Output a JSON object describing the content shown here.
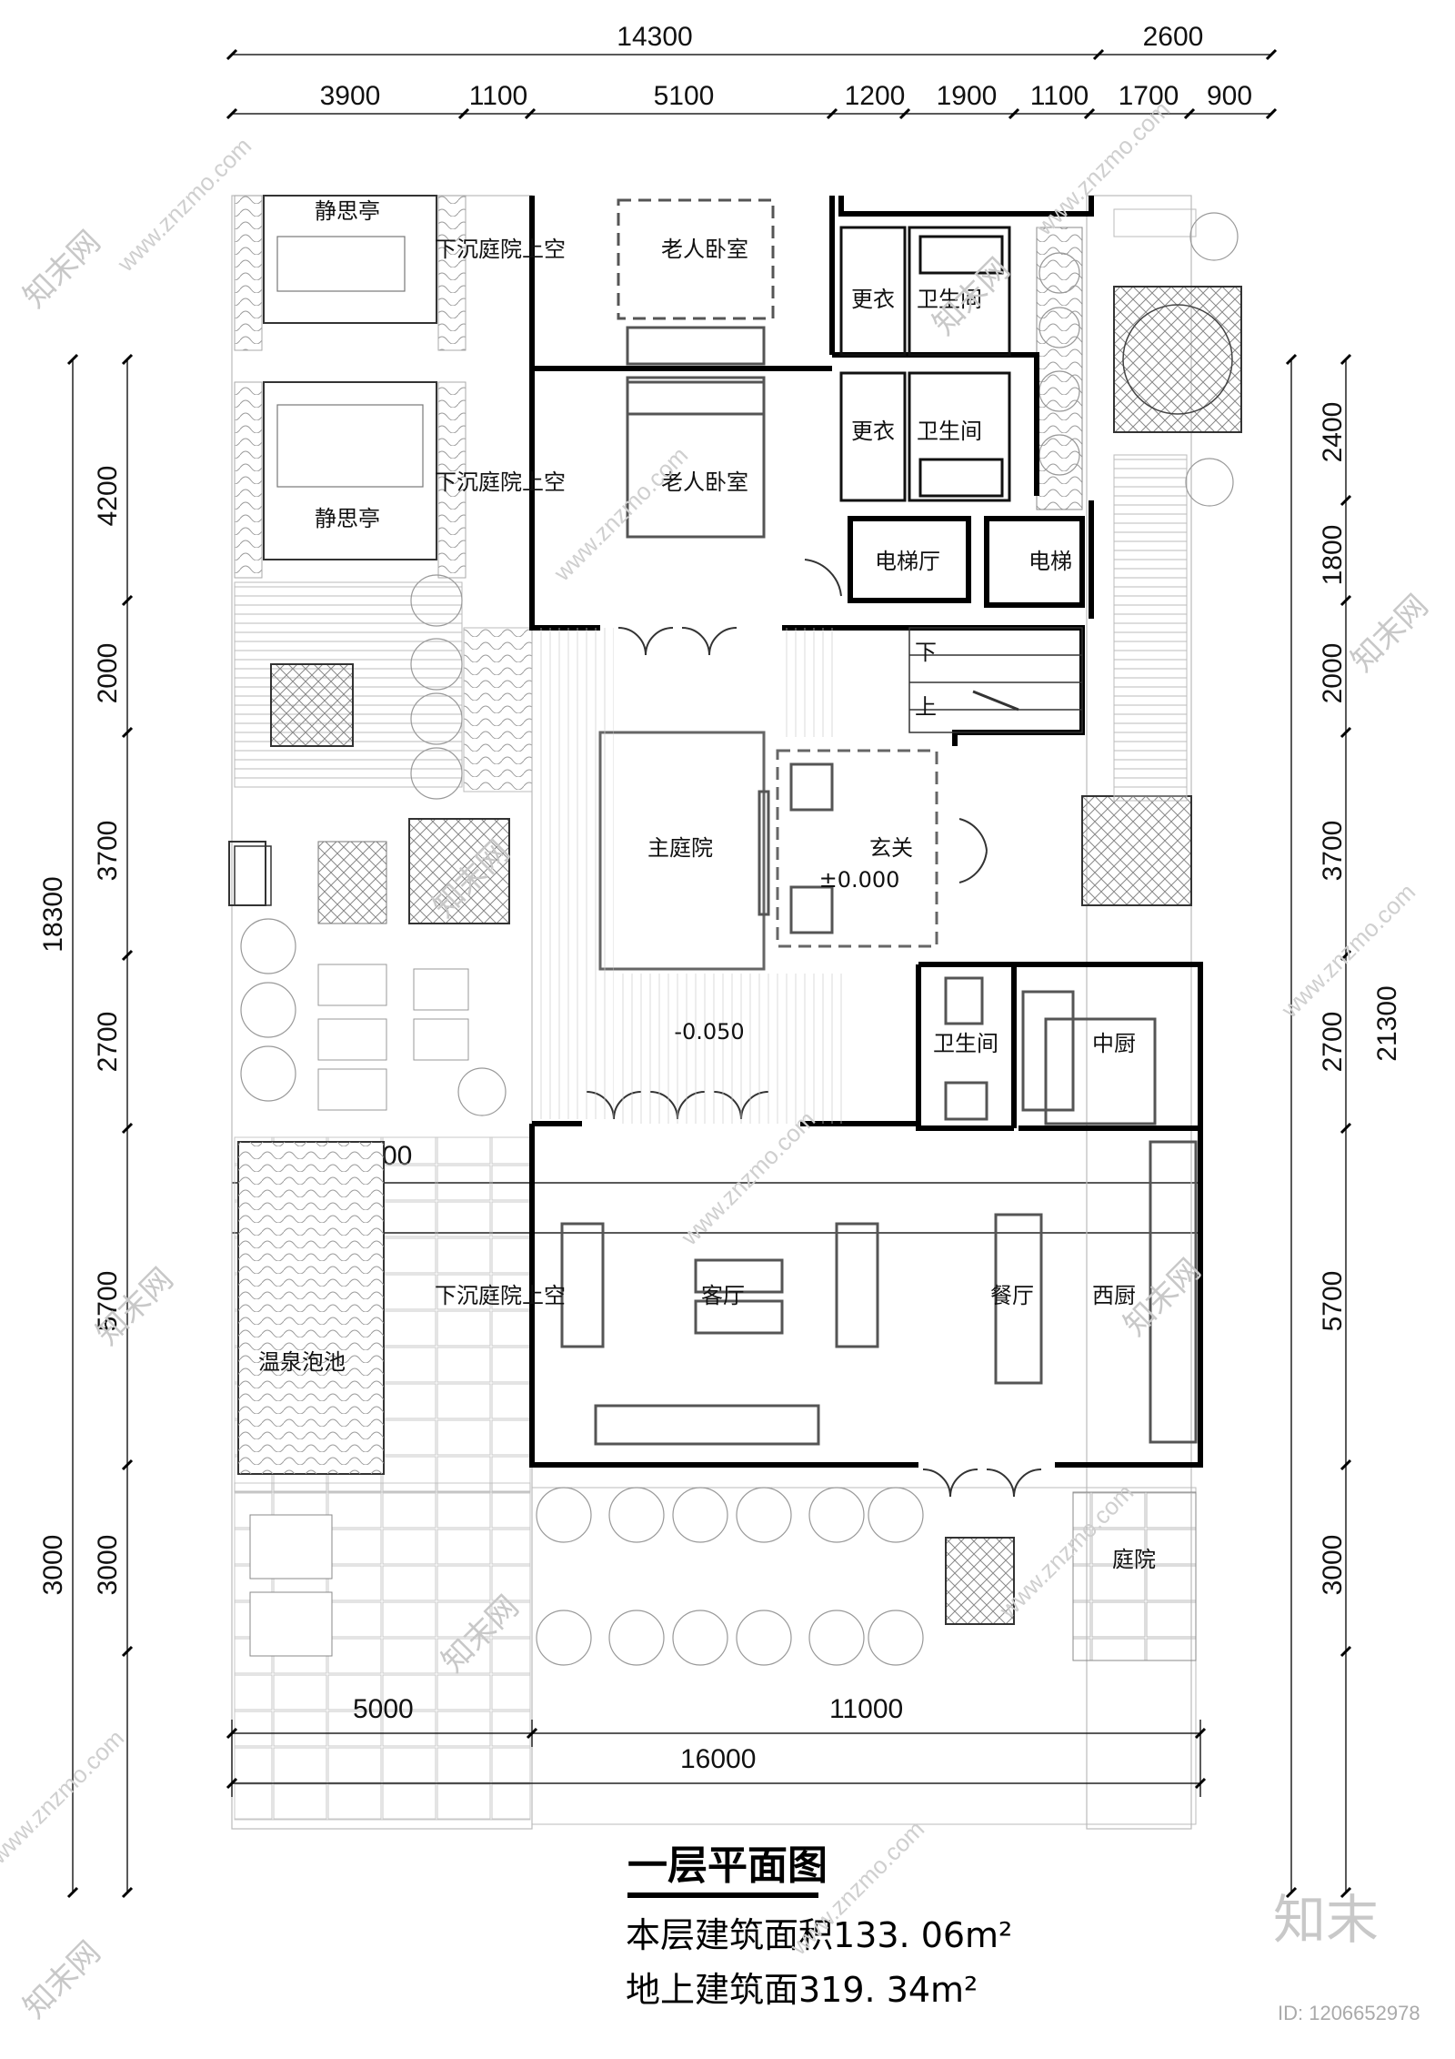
{
  "drawing": {
    "title": "一层平面图",
    "area_floor": "本层建筑面积133. 06m²",
    "area_above": "地上建筑面319. 34m²",
    "watermark_logo": "知末",
    "watermark_site": "www.znzmo.com",
    "watermark_brand": "知末网",
    "id_label": "ID: 1206652978"
  },
  "dimensions": {
    "top_overall": [
      "14300",
      "2600"
    ],
    "top_segments": [
      "3900",
      "1100",
      "5100",
      "1200",
      "1900",
      "1100",
      "1700",
      "900"
    ],
    "left_overall": "18300",
    "left_segments": [
      "4200",
      "2000",
      "3700",
      "2700",
      "5700",
      "3000"
    ],
    "left_segment_bottom": "3000",
    "right_overall": "21300",
    "right_segments": [
      "2400",
      "1800",
      "2000",
      "3700",
      "2700",
      "5700",
      "3000"
    ],
    "bottom_segments": [
      "5000",
      "11000"
    ],
    "bottom_overall": "16000"
  },
  "rooms": {
    "pavilion_top": "静思亭",
    "sunken_top": "下沉庭院上空",
    "elder_bedroom_top": "老人卧室",
    "dressing_top": "更衣",
    "bath_top": "卫生间",
    "elder_bedroom_2": "老人卧室",
    "dressing_2": "更衣",
    "bath_2": "卫生间",
    "sunken_mid": "下沉庭院上空",
    "pavilion_mid": "静思亭",
    "elevator_hall": "电梯厅",
    "elevator": "电梯",
    "stair_down": "下",
    "stair_up": "上",
    "main_courtyard": "主庭院",
    "foyer": "玄关",
    "foyer_level": "±0.000",
    "level_low": "-0.050",
    "bath_3": "卫生间",
    "chinese_kitchen": "中厨",
    "sunken_low": "下沉庭院上空",
    "living_room": "客厅",
    "dining_room": "餐厅",
    "western_kitchen": "西厨",
    "hot_spring": "温泉泡池",
    "courtyard": "庭院"
  }
}
